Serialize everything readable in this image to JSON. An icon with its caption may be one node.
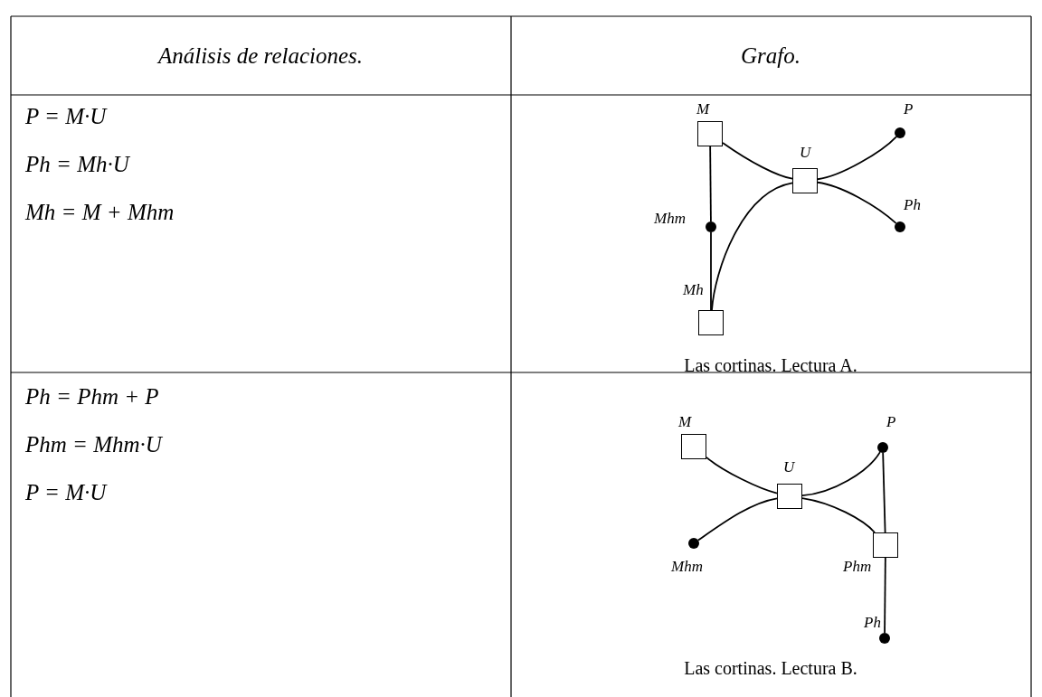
{
  "diagram": {
    "nodes": [
      {
        "text": [],
        "shape": "box",
        "beside": [
          "M"
        ]
      },
      {
        "text": [],
        "shape": "circle",
        "beside": [
          "P"
        ]
      },
      {
        "text": [],
        "shape": "box",
        "beside": [
          "U"
        ]
      },
      {
        "text": [],
        "shape": "circle",
        "beside": [
          "Mhm"
        ]
      },
      {
        "text": [],
        "shape": "circle",
        "beside": [
          "Ph"
        ]
      },
      {
        "text": [],
        "shape": "box",
        "beside": [
          "Mh"
        ]
      },
      {
        "text": [],
        "shape": "box",
        "beside": [
          "M"
        ]
      },
      {
        "text": [],
        "shape": "circle",
        "beside": [
          "P"
        ]
      },
      {
        "text": [],
        "shape": "box",
        "beside": [
          "U"
        ]
      },
      {
        "text": [],
        "shape": "circle",
        "beside": [
          "Mhm"
        ]
      },
      {
        "text": [],
        "shape": "box",
        "beside": [
          "Phm"
        ]
      },
      {
        "text": [],
        "shape": "circle",
        "beside": [
          "Ph"
        ]
      }
    ],
    "edges": [
      {
        "from": 0,
        "to": 2,
        "arrow": "none"
      },
      {
        "from": 2,
        "to": 1,
        "arrow": "none"
      },
      {
        "from": 2,
        "to": 4,
        "arrow": "none"
      },
      {
        "from": 2,
        "to": 5,
        "arrow": "none"
      },
      {
        "from": 0,
        "to": 3,
        "arrow": "none"
      },
      {
        "from": 3,
        "to": 5,
        "arrow": "none"
      },
      {
        "from": 6,
        "to": 8,
        "arrow": "none"
      },
      {
        "from": 8,
        "to": 7,
        "arrow": "none"
      },
      {
        "from": 8,
        "to": 9,
        "arrow": "none"
      },
      {
        "from": 8,
        "to": 10,
        "arrow": "none"
      },
      {
        "from": 7,
        "to": 10,
        "arrow": "none"
      },
      {
        "from": 10,
        "to": 11,
        "arrow": "none"
      }
    ],
    "labels": [
      "Análisis de relaciones.",
      "Grafo.",
      "P = M·U",
      "Ph = Mh·U",
      "Mh = M + Mhm",
      "Las cortinas. Lectura A.",
      "Ph = Phm + P",
      "Phm = Mhm·U",
      "P = M·U",
      "Las cortinas. Lectura B."
    ]
  }
}
